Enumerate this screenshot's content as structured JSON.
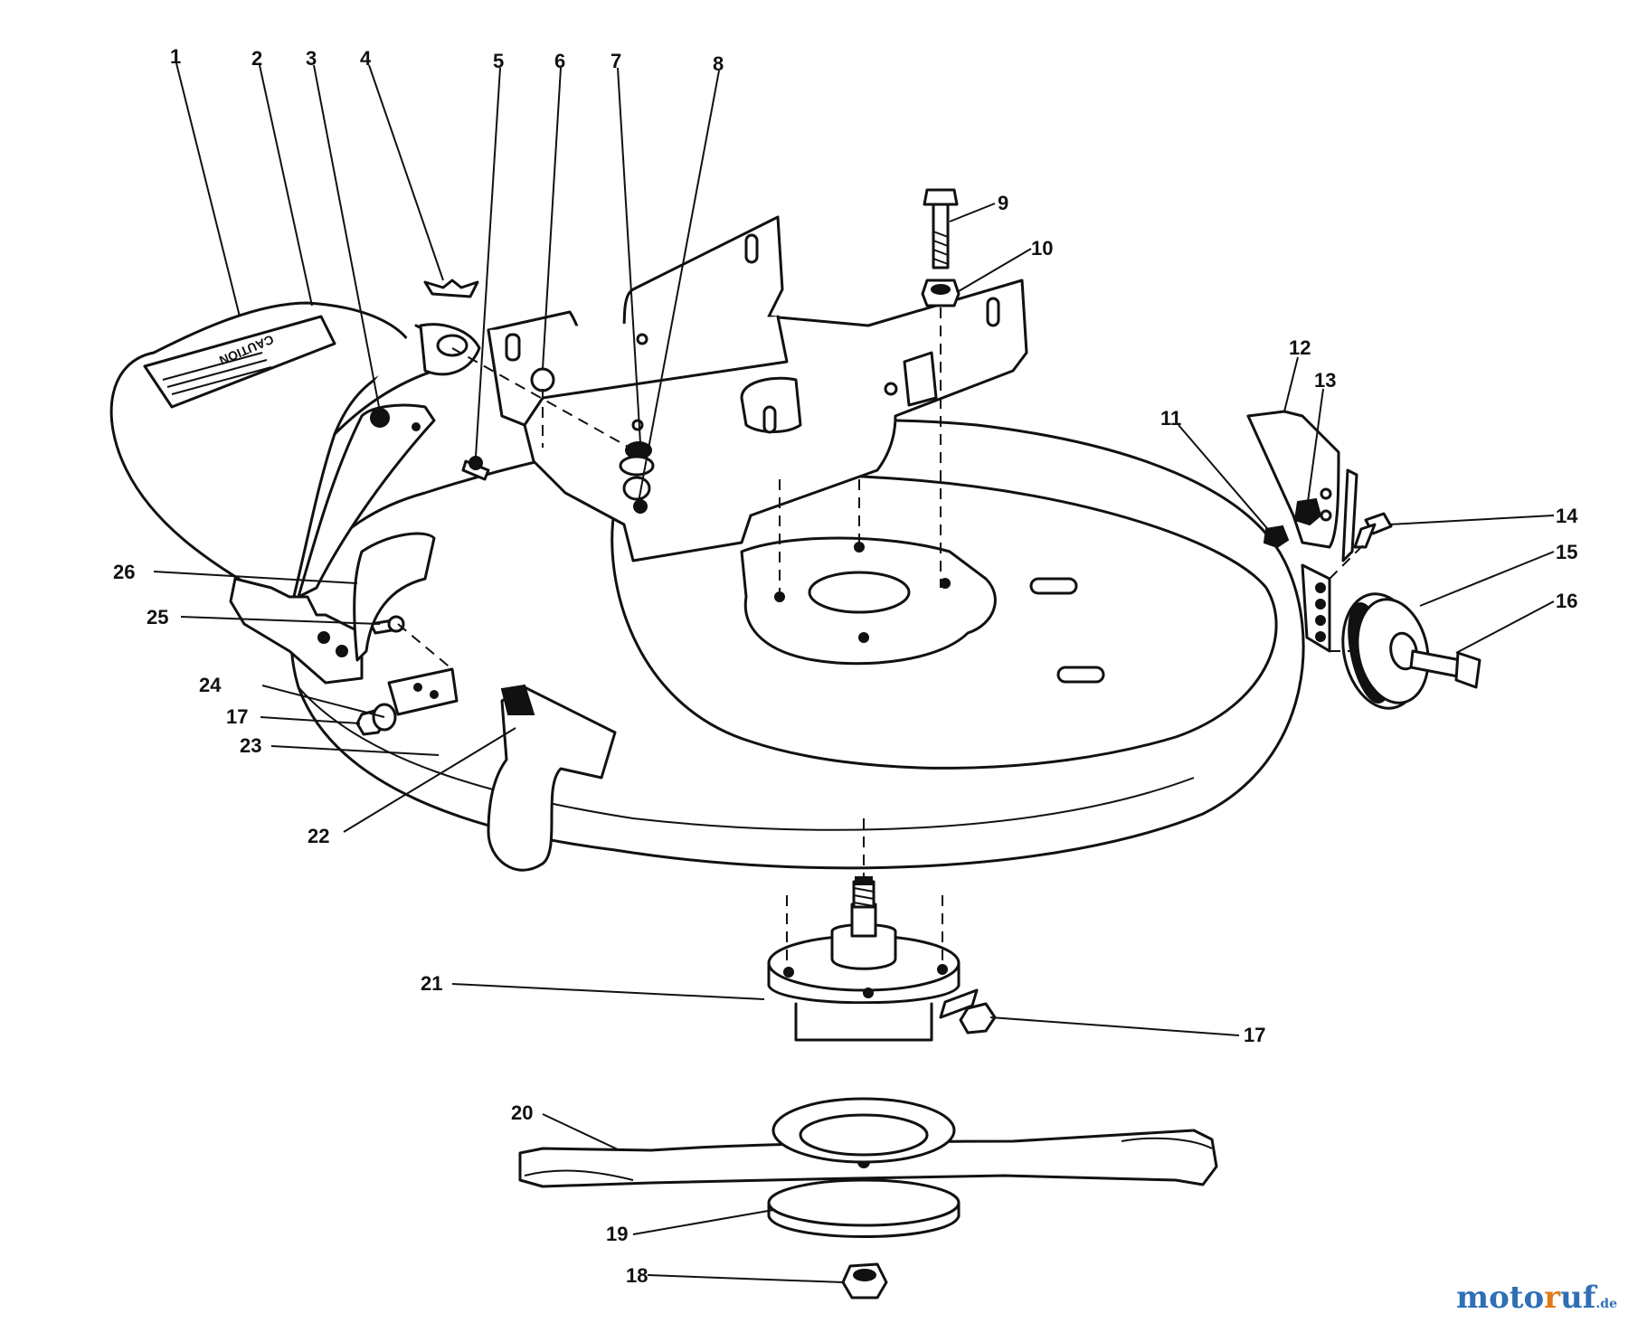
{
  "diagram": {
    "decal_text": "CAUTION",
    "callouts": [
      "1",
      "2",
      "3",
      "4",
      "5",
      "6",
      "7",
      "8",
      "9",
      "10",
      "11",
      "12",
      "13",
      "14",
      "15",
      "16",
      "17",
      "17",
      "18",
      "19",
      "20",
      "21",
      "22",
      "23",
      "24",
      "25",
      "26"
    ]
  },
  "watermark": {
    "part1": "moto",
    "part2": "r",
    "part3": "uf",
    "part4": ".de"
  }
}
